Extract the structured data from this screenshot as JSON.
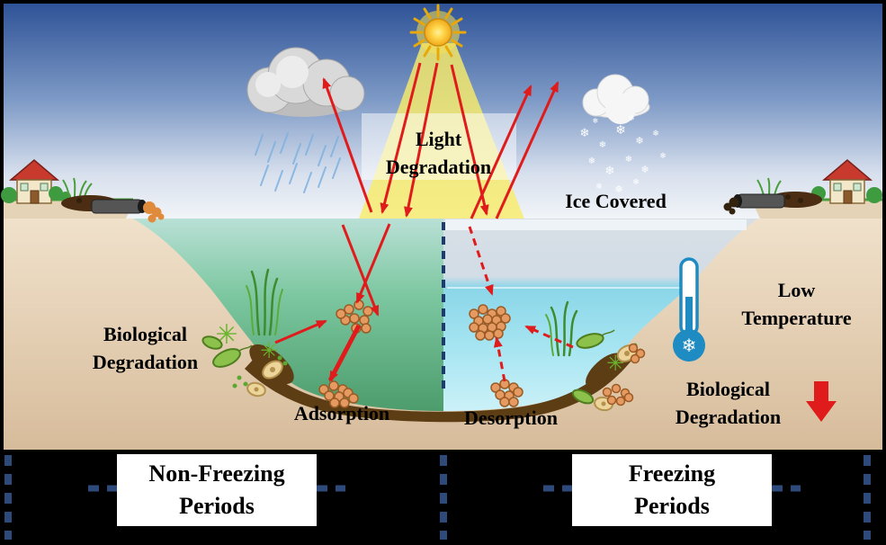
{
  "labels": {
    "light_degradation": {
      "line1": "Light",
      "line2": "Degradation"
    },
    "ice_covered": "Ice Covered",
    "biological_degradation_left": {
      "line1": "Biological",
      "line2": "Degradation"
    },
    "adsorption": "Adsorption",
    "desorption": "Desorption",
    "low_temperature": {
      "line1": "Low",
      "line2": "Temperature"
    },
    "biological_degradation_right": {
      "line1": "Biological",
      "line2": "Degradation"
    }
  },
  "period_bar": {
    "non_freezing": {
      "line1": "Non-Freezing",
      "line2": "Periods"
    },
    "freezing": {
      "line1": "Freezing",
      "line2": "Periods"
    }
  },
  "glyphs": {
    "snowflake": "❄",
    "algae": "✳"
  },
  "colors": {
    "arrow_red": "#e01b1b",
    "thermometer_blue": "#1e8bc3",
    "divider_dash_blue": "#2e4a7a",
    "sediment_brown": "#5c3d14",
    "particle_orange": "#e59a62"
  }
}
